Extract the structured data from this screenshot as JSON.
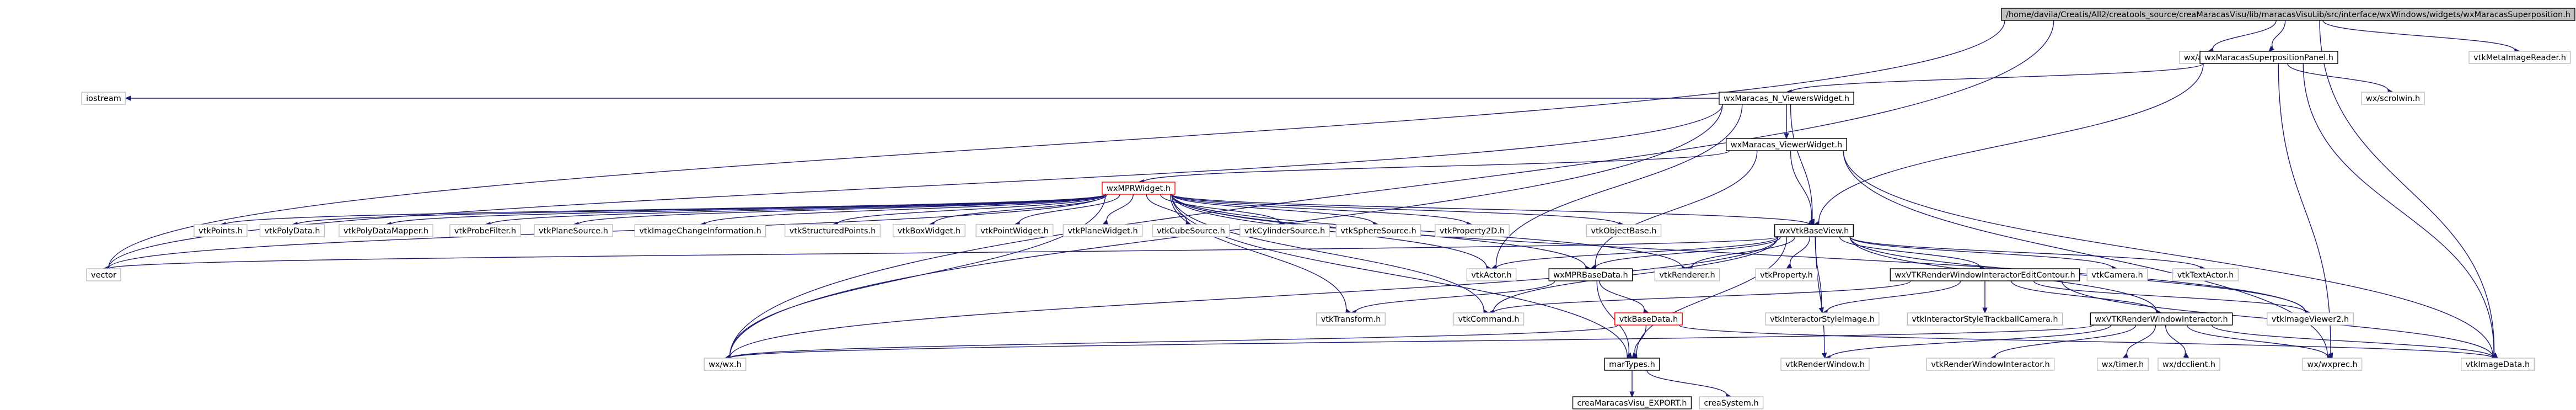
{
  "graph": {
    "nodes": [
      {
        "id": "root",
        "label": "/home/davila/Creatis/All2/creatools_source/creaMaracasVisu/lib/maracasVisuLib/src/interface/wxWindows/widgets/wxMaracasSuperposition.h",
        "style": "root"
      },
      {
        "id": "wxaui",
        "label": "wx/aui/aui.h",
        "style": "plain"
      },
      {
        "id": "superpanel",
        "label": "wxMaracasSuperpositionPanel.h",
        "style": "boxed"
      },
      {
        "id": "metaimage",
        "label": "vtkMetaImageReader.h",
        "style": "plain"
      },
      {
        "id": "iostream",
        "label": "iostream",
        "style": "plain"
      },
      {
        "id": "nviewers",
        "label": "wxMaracas_N_ViewersWidget.h",
        "style": "boxed"
      },
      {
        "id": "scrolwin",
        "label": "wx/scrolwin.h",
        "style": "plain"
      },
      {
        "id": "viewerwidget",
        "label": "wxMaracas_ViewerWidget.h",
        "style": "boxed"
      },
      {
        "id": "mpr",
        "label": "wxMPRWidget.h",
        "style": "red"
      },
      {
        "id": "vtkpoints",
        "label": "vtkPoints.h",
        "style": "plain"
      },
      {
        "id": "polydata",
        "label": "vtkPolyData.h",
        "style": "plain"
      },
      {
        "id": "polymapper",
        "label": "vtkPolyDataMapper.h",
        "style": "plain"
      },
      {
        "id": "probe",
        "label": "vtkProbeFilter.h",
        "style": "plain"
      },
      {
        "id": "planesrc",
        "label": "vtkPlaneSource.h",
        "style": "plain"
      },
      {
        "id": "imgchange",
        "label": "vtkImageChangeInformation.h",
        "style": "plain"
      },
      {
        "id": "structpts",
        "label": "vtkStructuredPoints.h",
        "style": "plain"
      },
      {
        "id": "boxwidget",
        "label": "vtkBoxWidget.h",
        "style": "plain"
      },
      {
        "id": "pointwidget",
        "label": "vtkPointWidget.h",
        "style": "plain"
      },
      {
        "id": "planewidget",
        "label": "vtkPlaneWidget.h",
        "style": "plain"
      },
      {
        "id": "cubesrc",
        "label": "vtkCubeSource.h",
        "style": "plain"
      },
      {
        "id": "cylsrc",
        "label": "vtkCylinderSource.h",
        "style": "plain"
      },
      {
        "id": "spheresrc",
        "label": "vtkSphereSource.h",
        "style": "plain"
      },
      {
        "id": "prop2d",
        "label": "vtkProperty2D.h",
        "style": "plain"
      },
      {
        "id": "objectbase",
        "label": "vtkObjectBase.h",
        "style": "plain"
      },
      {
        "id": "basesview",
        "label": "wxVtkBaseView.h",
        "style": "boxed"
      },
      {
        "id": "vector",
        "label": "vector",
        "style": "plain"
      },
      {
        "id": "actor",
        "label": "vtkActor.h",
        "style": "plain"
      },
      {
        "id": "mprbasedata",
        "label": "wxMPRBaseData.h",
        "style": "boxed"
      },
      {
        "id": "renderer",
        "label": "vtkRenderer.h",
        "style": "plain"
      },
      {
        "id": "property",
        "label": "vtkProperty.h",
        "style": "plain"
      },
      {
        "id": "editcontour",
        "label": "wxVTKRenderWindowInteractorEditContour.h",
        "style": "boxed"
      },
      {
        "id": "camera",
        "label": "vtkCamera.h",
        "style": "plain"
      },
      {
        "id": "textactor",
        "label": "vtkTextActor.h",
        "style": "plain"
      },
      {
        "id": "transform",
        "label": "vtkTransform.h",
        "style": "plain"
      },
      {
        "id": "command",
        "label": "vtkCommand.h",
        "style": "plain"
      },
      {
        "id": "basedata",
        "label": "vtkBaseData.h",
        "style": "red"
      },
      {
        "id": "styleimage",
        "label": "vtkInteractorStyleImage.h",
        "style": "plain"
      },
      {
        "id": "trackball",
        "label": "vtkInteractorStyleTrackballCamera.h",
        "style": "plain"
      },
      {
        "id": "wxrwi",
        "label": "wxVTKRenderWindowInteractor.h",
        "style": "boxed"
      },
      {
        "id": "viewer2",
        "label": "vtkImageViewer2.h",
        "style": "plain"
      },
      {
        "id": "wxwx",
        "label": "wx/wx.h",
        "style": "plain"
      },
      {
        "id": "martypes",
        "label": "marTypes.h",
        "style": "boxed"
      },
      {
        "id": "renderwindow",
        "label": "vtkRenderWindow.h",
        "style": "plain"
      },
      {
        "id": "rwinteractor",
        "label": "vtkRenderWindowInteractor.h",
        "style": "plain"
      },
      {
        "id": "wxtimer",
        "label": "wx/timer.h",
        "style": "plain"
      },
      {
        "id": "dcclient",
        "label": "wx/dcclient.h",
        "style": "plain"
      },
      {
        "id": "wxexprec",
        "label": "wx/wxprec.h",
        "style": "plain"
      },
      {
        "id": "imagedata",
        "label": "vtkImageData.h",
        "style": "plain"
      },
      {
        "id": "export",
        "label": "creaMaracasVisu_EXPORT.h",
        "style": "boxed"
      },
      {
        "id": "creasystem",
        "label": "creaSystem.h",
        "style": "plain"
      }
    ],
    "edges": [
      [
        "root",
        "wxaui"
      ],
      [
        "root",
        "superpanel"
      ],
      [
        "root",
        "metaimage"
      ],
      [
        "root",
        "vector"
      ],
      [
        "root",
        "wxwx"
      ],
      [
        "root",
        "imagedata"
      ],
      [
        "superpanel",
        "nviewers"
      ],
      [
        "superpanel",
        "scrolwin"
      ],
      [
        "superpanel",
        "basesview"
      ],
      [
        "superpanel",
        "wxexprec"
      ],
      [
        "superpanel",
        "imagedata"
      ],
      [
        "nviewers",
        "iostream"
      ],
      [
        "nviewers",
        "viewerwidget"
      ],
      [
        "nviewers",
        "vector"
      ],
      [
        "nviewers",
        "basesview"
      ],
      [
        "nviewers",
        "actor"
      ],
      [
        "nviewers",
        "wxwx"
      ],
      [
        "viewerwidget",
        "mpr"
      ],
      [
        "viewerwidget",
        "basesview"
      ],
      [
        "viewerwidget",
        "mprbasedata"
      ],
      [
        "viewerwidget",
        "imagedata"
      ],
      [
        "viewerwidget",
        "wxexprec"
      ],
      [
        "mpr",
        "vtkpoints"
      ],
      [
        "mpr",
        "polydata"
      ],
      [
        "mpr",
        "polymapper"
      ],
      [
        "mpr",
        "probe"
      ],
      [
        "mpr",
        "planesrc"
      ],
      [
        "mpr",
        "imgchange"
      ],
      [
        "mpr",
        "structpts"
      ],
      [
        "mpr",
        "boxwidget"
      ],
      [
        "mpr",
        "pointwidget"
      ],
      [
        "mpr",
        "planewidget"
      ],
      [
        "mpr",
        "cubesrc"
      ],
      [
        "mpr",
        "cylsrc"
      ],
      [
        "mpr",
        "spheresrc"
      ],
      [
        "mpr",
        "prop2d"
      ],
      [
        "mpr",
        "objectbase"
      ],
      [
        "mpr",
        "basesview"
      ],
      [
        "mpr",
        "vector"
      ],
      [
        "mpr",
        "actor"
      ],
      [
        "mpr",
        "mprbasedata"
      ],
      [
        "mpr",
        "renderer"
      ],
      [
        "mpr",
        "transform"
      ],
      [
        "mpr",
        "command"
      ],
      [
        "mpr",
        "martypes"
      ],
      [
        "mpr",
        "wxwx"
      ],
      [
        "mpr",
        "viewer2"
      ],
      [
        "basesview",
        "actor"
      ],
      [
        "basesview",
        "mprbasedata"
      ],
      [
        "basesview",
        "renderer"
      ],
      [
        "basesview",
        "property"
      ],
      [
        "basesview",
        "editcontour"
      ],
      [
        "basesview",
        "camera"
      ],
      [
        "basesview",
        "textactor"
      ],
      [
        "basesview",
        "command"
      ],
      [
        "basesview",
        "styleimage"
      ],
      [
        "basesview",
        "viewer2"
      ],
      [
        "basesview",
        "vector"
      ],
      [
        "basesview",
        "wxwx"
      ],
      [
        "basesview",
        "martypes"
      ],
      [
        "basesview",
        "renderwindow"
      ],
      [
        "basesview",
        "wxrwi"
      ],
      [
        "mprbasedata",
        "transform"
      ],
      [
        "mprbasedata",
        "basedata"
      ],
      [
        "mprbasedata",
        "martypes"
      ],
      [
        "basedata",
        "martypes"
      ],
      [
        "basedata",
        "wxwx"
      ],
      [
        "basedata",
        "imagedata"
      ],
      [
        "editcontour",
        "styleimage"
      ],
      [
        "editcontour",
        "trackball"
      ],
      [
        "editcontour",
        "wxrwi"
      ],
      [
        "editcontour",
        "viewer2"
      ],
      [
        "editcontour",
        "imagedata"
      ],
      [
        "editcontour",
        "command"
      ],
      [
        "wxrwi",
        "renderwindow"
      ],
      [
        "wxrwi",
        "rwinteractor"
      ],
      [
        "wxrwi",
        "wxtimer"
      ],
      [
        "wxrwi",
        "dcclient"
      ],
      [
        "wxrwi",
        "wxexprec"
      ],
      [
        "wxrwi",
        "wxwx"
      ],
      [
        "wxrwi",
        "imagedata"
      ],
      [
        "martypes",
        "export"
      ],
      [
        "martypes",
        "creasystem"
      ]
    ]
  }
}
